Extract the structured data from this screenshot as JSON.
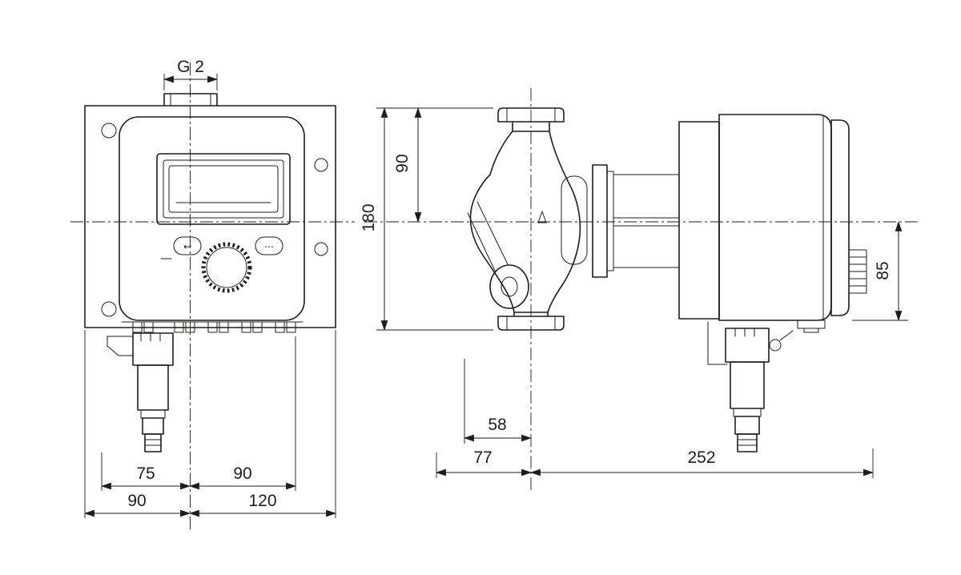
{
  "dims": {
    "front": {
      "g2": "G 2",
      "w75": "75",
      "w90a": "90",
      "w90b": "90",
      "w120": "120"
    },
    "side": {
      "h180": "180",
      "h90": "90",
      "h85": "85",
      "d58": "58",
      "d77": "77",
      "d252": "252"
    }
  },
  "icons": {
    "back_button": "↩",
    "menu_button": "⋯"
  },
  "colors": {
    "line": "#1d1d1b",
    "background": "#ffffff"
  }
}
